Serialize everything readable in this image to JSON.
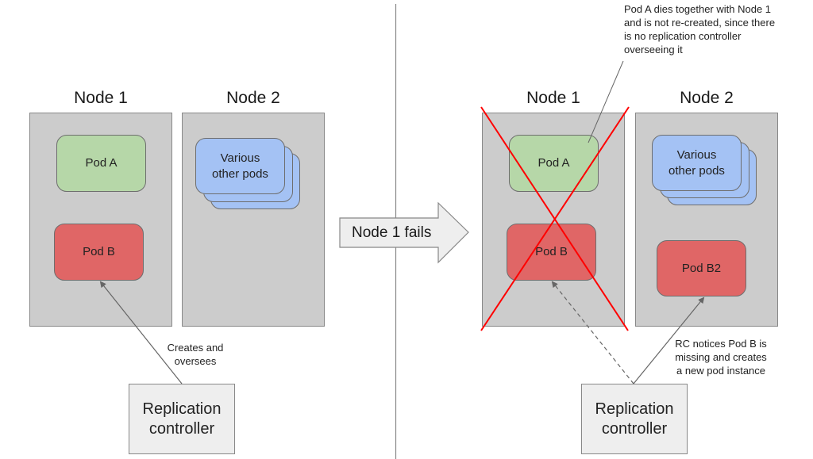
{
  "divider": {
    "color": "#888888"
  },
  "colors": {
    "node_bg": "#cccccc",
    "pod_a": "#b6d7a8",
    "pod_b": "#e06666",
    "other_pods": "#a4c2f4",
    "controller_bg": "#eeeeee",
    "failure_cross": "#ff0000"
  },
  "before": {
    "node1": {
      "title": "Node 1",
      "pods": {
        "pod_a": "Pod A",
        "pod_b": "Pod B"
      }
    },
    "node2": {
      "title": "Node 2",
      "pods": {
        "other_line1": "Various",
        "other_line2": "other pods"
      }
    },
    "controller": {
      "line1": "Replication",
      "line2": "controller"
    },
    "edge_label": {
      "line1": "Creates and",
      "line2": "oversees"
    }
  },
  "transition": {
    "label": "Node 1 fails"
  },
  "after": {
    "node1": {
      "title": "Node 1",
      "status": "failed",
      "pods": {
        "pod_a": "Pod A",
        "pod_b": "Pod B"
      }
    },
    "node2": {
      "title": "Node 2",
      "pods": {
        "other_line1": "Various",
        "other_line2": "other pods",
        "pod_b2": "Pod B2"
      }
    },
    "controller": {
      "line1": "Replication",
      "line2": "controller"
    },
    "note_pod_a": {
      "line1": "Pod A dies together with Node 1",
      "line2": "and is not re-created, since there",
      "line3": "is no replication controller",
      "line4": "overseeing it"
    },
    "note_rc": {
      "line1": "RC notices Pod B is",
      "line2": "missing and creates",
      "line3": "a new pod instance"
    }
  }
}
